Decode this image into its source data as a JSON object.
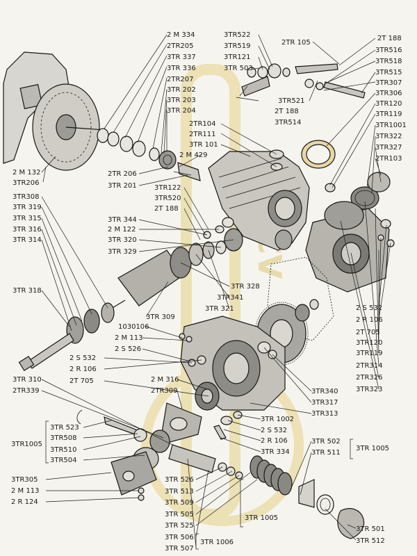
{
  "watermark": {
    "text": "2CV"
  },
  "labels": {
    "top_center": [
      "2 M 334",
      "2TR205",
      "3TR 337",
      "3TR 336",
      "2TR207",
      "3TR 202",
      "3TR 203",
      "3TR 204"
    ],
    "top_mid": [
      "3TR522",
      "3TR519",
      "3TR121",
      "3TR 503"
    ],
    "top_right_a": [
      "2TR 105"
    ],
    "top_right_b": [
      "2T 188",
      "3TR516",
      "3TR518",
      "3TR515",
      "3TR307",
      "3TR306",
      "3TR120",
      "3TR119",
      "3TR1001",
      "3TR322",
      "3TR327",
      "2TR103"
    ],
    "mid_small": [
      "3TR521",
      "2T 188",
      "3TR514"
    ],
    "housing": [
      "2TR104",
      "2TR111",
      "3TR 101",
      "2 M 429"
    ],
    "left_upper": [
      "2 M 132",
      "3TR206"
    ],
    "shaft_upper": [
      "2TR 206",
      "3TR 201"
    ],
    "mid_left": [
      "3TR122",
      "3TR520",
      "2T 188"
    ],
    "left_column": [
      "3TR308",
      "3TR 319",
      "3TR 315",
      "3TR 316",
      "3TR 314"
    ],
    "left_mid": [
      "3TR 344",
      "2 M 122",
      "3TR 320",
      "3TR 329"
    ],
    "left_318": [
      "3TR 318"
    ],
    "center_cluster": [
      "3TR 328",
      "3TR341",
      "3TR 321"
    ],
    "center_low": [
      "3TR 309",
      "1030106",
      "2 M 113",
      "2 S 526"
    ],
    "right_side": [
      "2 S 532",
      "2 R 106",
      "2T 705",
      "3TR120",
      "3TR119",
      "2TR314",
      "2TR326",
      "3TR323"
    ],
    "left_lower_a": [
      "2 S 532",
      "2 R 106",
      "2T 705"
    ],
    "mid_lower": [
      "2 M 316",
      "2TR309"
    ],
    "left_lower_b": [
      "3TR 310",
      "2TR339"
    ],
    "center_bottom": [
      "3TR340",
      "3TR317",
      "3TR313"
    ],
    "center_bottom_2": [
      "3TR 1002",
      "2 S 532",
      "2 R 106",
      "3TR 334"
    ],
    "bracket_group_a": [
      "3TR 523",
      "3TR508",
      "3TR510",
      "3TR504"
    ],
    "bracket_group_a_label": "3TR1005",
    "right_bottom_group": [
      "3TR 502",
      "3TR 511"
    ],
    "right_bottom_label": "3TR 1005",
    "left_bottom": [
      "3TR305",
      "2 M 113",
      "2 R 124"
    ],
    "bottom_center": [
      "3TR 526",
      "3TR 513",
      "3TR 509",
      "3TR 505",
      "3TR 525"
    ],
    "bottom_center_label": "3TR 1005",
    "bottom_pair": [
      "3TR 506",
      "3TR 507"
    ],
    "bottom_pair_label": "3TR 1006",
    "bottom_right": [
      "3TR 501",
      "3TR 512"
    ]
  }
}
